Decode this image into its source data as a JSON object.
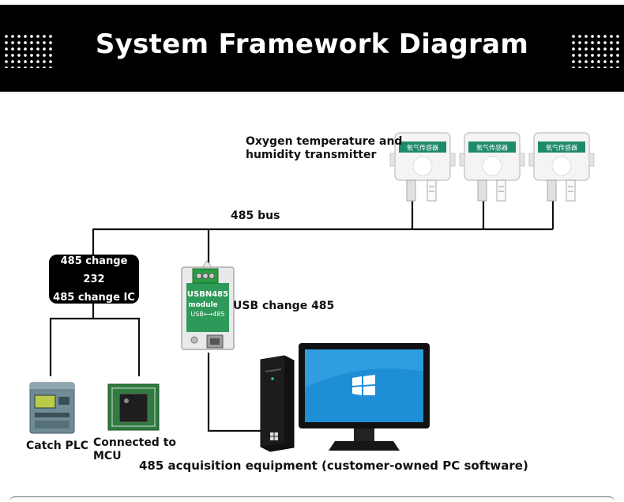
{
  "header": {
    "title": "System Framework Diagram"
  },
  "labels": {
    "transmitter": [
      "Oxygen temperature and",
      "humidity transmitter"
    ],
    "bus": "485 bus",
    "converter": [
      "485 change 232",
      "485 change IC"
    ],
    "usb_module": "USB change 485",
    "module_face": [
      "USBN485",
      "module",
      "USB⟷485"
    ],
    "plc": "Catch PLC",
    "mcu": [
      "Connected to",
      "MCU"
    ],
    "pc": "485 acquisition equipment (customer-owned PC software)",
    "sensor_tag": "氧气传感器"
  },
  "colors": {
    "header_bg": "#000000",
    "sensor_label": "#1f8a6a",
    "module_green": "#2e9a5a",
    "monitor_screen": "#1e8fd6",
    "wire": "#111111"
  },
  "icons": [
    "transmitter-device",
    "usb-485-module",
    "plc-device",
    "mcu-board",
    "pc-tower",
    "monitor",
    "windows-logo"
  ]
}
